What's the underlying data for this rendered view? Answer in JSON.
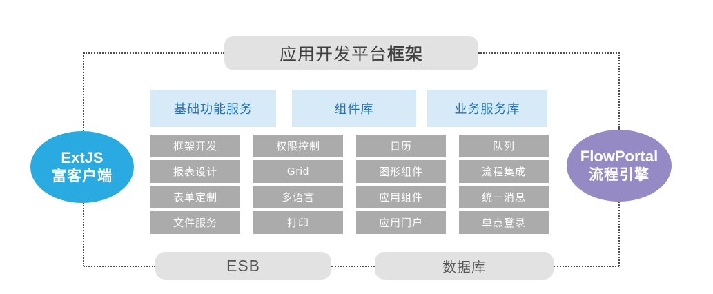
{
  "diagram": {
    "top_box": {
      "label_regular": "应用开发平台",
      "label_bold": "框架"
    },
    "headers": [
      {
        "label": "基础功能服务"
      },
      {
        "label": "组件库"
      },
      {
        "label": "业务服务库"
      }
    ],
    "grid": {
      "cells": [
        "框架开发",
        "权限控制",
        "日历",
        "队列",
        "报表设计",
        "Grid",
        "图形组件",
        "流程集成",
        "表单定制",
        "多语言",
        "应用组件",
        "统一消息",
        "文件服务",
        "打印",
        "应用门户",
        "单点登录"
      ]
    },
    "left_ellipse": {
      "line1": "ExtJS",
      "line2": "富客户端"
    },
    "right_ellipse": {
      "line1": "FlowPortal",
      "line2": "流程引擎"
    },
    "bottom_boxes": [
      {
        "label": "ESB"
      },
      {
        "label": "数据库"
      }
    ],
    "colors": {
      "rounded_box_gray": "#e2e2e2",
      "header_blue_bg": "#d7eaf8",
      "header_blue_text": "#2373b9",
      "cell_gray_bg": "#ababab",
      "cell_text": "#ffffff",
      "ellipse_blue": "#29abe2",
      "ellipse_purple": "#958ac3",
      "connector_dotted": "#4d4d4d"
    }
  }
}
